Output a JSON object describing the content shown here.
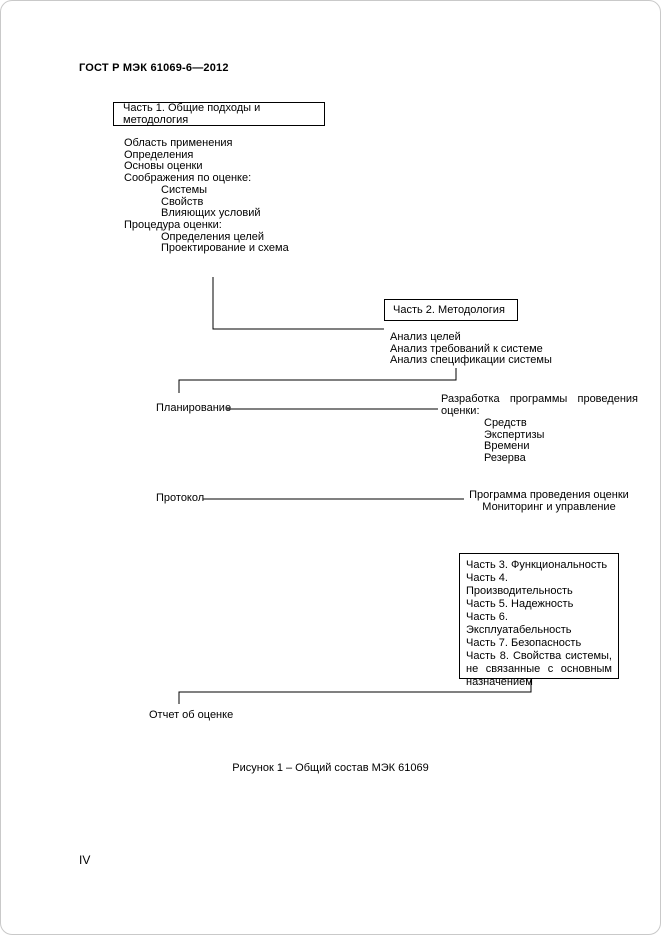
{
  "page": {
    "header": "ГОСТ Р МЭК 61069-6—2012",
    "caption": "Рисунок 1 – Общий состав МЭК 61069",
    "page_number": "IV"
  },
  "part1": {
    "title": "Часть 1. Общие подходы и методология",
    "items": [
      "Область применения",
      "Определения",
      "Основы оценки",
      "Соображения по оценке:",
      "Системы",
      "Свойств",
      "Влияющих условий",
      "Процедура оценки:",
      "Определения целей",
      "Проектирование и схема"
    ]
  },
  "part2": {
    "title": "Часть 2. Методология",
    "items": [
      "Анализ целей",
      "Анализ требований к системе",
      "Анализ спецификации системы"
    ]
  },
  "planning_label": "Планирование",
  "program_development": {
    "intro": "Разработка программы проведения оценки:",
    "items": [
      "Средств",
      "Экспертизы",
      "Времени",
      "Резерва"
    ]
  },
  "protocol_label": "Протокол",
  "evaluation_program": {
    "line1": "Программа проведения оценки",
    "line2": "Мониторинг и управление"
  },
  "parts_3_8": {
    "items": [
      "Часть 3. Функциональность",
      "Часть 4. Производительность",
      "Часть 5. Надежность",
      "Часть 6. Эксплуатабельность",
      "Часть 7. Безопасность",
      "Часть 8. Свойства системы, не связанные с основным назначением"
    ]
  },
  "report_label": "Отчет об оценке"
}
